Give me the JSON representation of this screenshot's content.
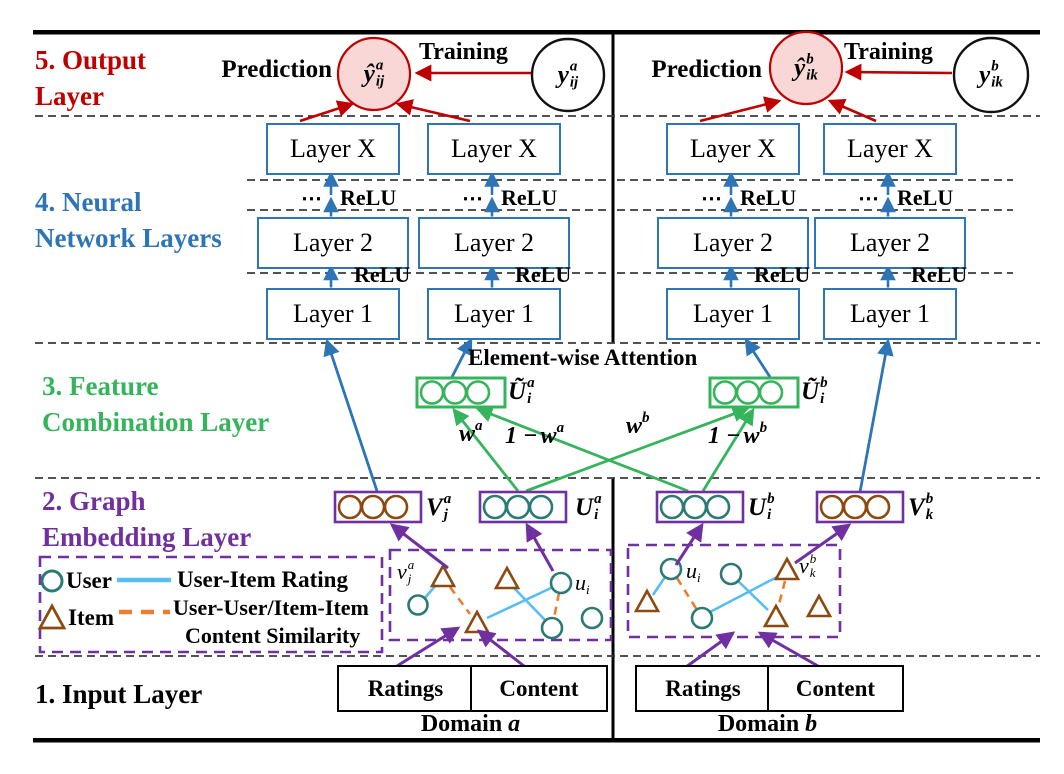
{
  "colors": {
    "red": "#C00000",
    "blue": "#2E75B6",
    "green": "#35B45C",
    "purple": "#7030A0",
    "teal": "#2B7A74",
    "brown": "#8C4A10",
    "light_blue": "#56BEF0",
    "orange": "#ED7D31",
    "pred_fill": "#F9D7D7",
    "black": "#000000"
  },
  "sections": {
    "output": {
      "line1": "5. Output",
      "line2": "Layer"
    },
    "nn": {
      "line1": "4. Neural",
      "line2": "Network Layers"
    },
    "feature": {
      "line1": "3. Feature",
      "line2": "Combination Layer"
    },
    "graph": {
      "line1": "2. Graph",
      "line2": "Embedding Layer"
    },
    "input": {
      "line1": "1. Input Layer"
    }
  },
  "output_layer": {
    "a": {
      "prediction": "Prediction",
      "training": "Training",
      "pred": {
        "base": "ŷ",
        "sup": "a",
        "sub": "ij"
      },
      "truth": {
        "base": "y",
        "sup": "a",
        "sub": "ij"
      }
    },
    "b": {
      "prediction": "Prediction",
      "training": "Training",
      "pred": {
        "base": "ŷ",
        "sup": "b",
        "sub": "ik"
      },
      "truth": {
        "base": "y",
        "sup": "b",
        "sub": "ik"
      }
    }
  },
  "nn_layers": {
    "layer_x": "Layer X",
    "layer_2": "Layer 2",
    "layer_1": "Layer 1",
    "relu": "ReLU",
    "dots": "⋯"
  },
  "feature_layer": {
    "attention": "Element-wise Attention",
    "u_tilde_a": {
      "base": "Ũ",
      "sup": "a",
      "sub": "i"
    },
    "u_tilde_b": {
      "base": "Ũ",
      "sup": "b",
      "sub": "i"
    },
    "w_a": {
      "base": "w",
      "sup": "a"
    },
    "one_minus_w_a": {
      "prefix": "1 −",
      "base": "w",
      "sup": "a"
    },
    "w_b": {
      "base": "w",
      "sup": "b"
    },
    "one_minus_w_b": {
      "prefix": "1 −",
      "base": "w",
      "sup": "b"
    }
  },
  "embedding_layer": {
    "v_a": {
      "base": "V",
      "sup": "a",
      "sub": "j"
    },
    "u_a": {
      "base": "U",
      "sup": "a",
      "sub": "i"
    },
    "u_b": {
      "base": "U",
      "sup": "b",
      "sub": "i"
    },
    "v_b": {
      "base": "V",
      "sup": "b",
      "sub": "k"
    }
  },
  "legend": {
    "user": "User",
    "item": "Item",
    "rating": "User-Item Rating",
    "similarity_line1": "User-User/Item-Item",
    "similarity_line2": "Content Similarity"
  },
  "graphs": {
    "a": {
      "item_label": {
        "base": "v",
        "sup": "a",
        "sub": "j"
      },
      "user_label": {
        "base": "u",
        "sub": "i"
      }
    },
    "b": {
      "user_label": {
        "base": "u",
        "sub": "i"
      },
      "item_label": {
        "base": "v",
        "sup": "b",
        "sub": "k"
      }
    }
  },
  "input_layer": {
    "ratings": "Ratings",
    "content": "Content",
    "domain_a": {
      "prefix": "Domain ",
      "letter": "a"
    },
    "domain_b": {
      "prefix": "Domain ",
      "letter": "b"
    }
  }
}
